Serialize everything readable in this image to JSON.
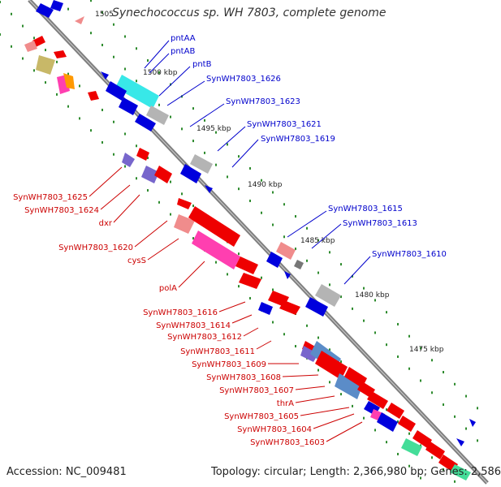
{
  "title": "Synechococcus sp. WH 7803, complete genome",
  "accession_text": "Accession: NC_009481",
  "topology_text": "Topology: circular; Length: 2,366,980 bp; Genes: 2,586",
  "colors": {
    "backbone": "#7f7f7f",
    "forward_cds": "#0000dd",
    "reverse_cds": "#ee0000",
    "tick": "#2e8b2e",
    "label_right": "#0000cc",
    "label_left": "#cc0000",
    "cyan_feature": "#38e8e8",
    "pink_feature": "#ff3fb0",
    "grey_feature": "#b4b4b4",
    "salmon_feature": "#f08c8c",
    "olive_feature": "#c8b868",
    "purple_feature": "#7766cc",
    "steel_feature": "#5b8cc8",
    "green_feature": "#44dd99"
  },
  "kbp_markers": [
    "1505",
    "1500 kbp",
    "1495 kbp",
    "1490 kbp",
    "1485 kbp",
    "1480 kbp",
    "1475 kbp"
  ],
  "right_labels": [
    "pntAA",
    "pntAB",
    "pntB",
    "SynWH7803_1626",
    "SynWH7803_1623",
    "SynWH7803_1621",
    "SynWH7803_1619",
    "SynWH7803_1615",
    "SynWH7803_1613",
    "SynWH7803_1610"
  ],
  "left_labels": [
    "SynWH7803_1625",
    "SynWH7803_1624",
    "dxr",
    "SynWH7803_1620",
    "cysS",
    "polA",
    "SynWH7803_1616",
    "SynWH7803_1614",
    "SynWH7803_1612",
    "SynWH7803_1611",
    "SynWH7803_1609",
    "SynWH7803_1608",
    "SynWH7803_1607",
    "thrA",
    "SynWH7803_1605",
    "SynWH7803_1604",
    "SynWH7803_1603"
  ]
}
